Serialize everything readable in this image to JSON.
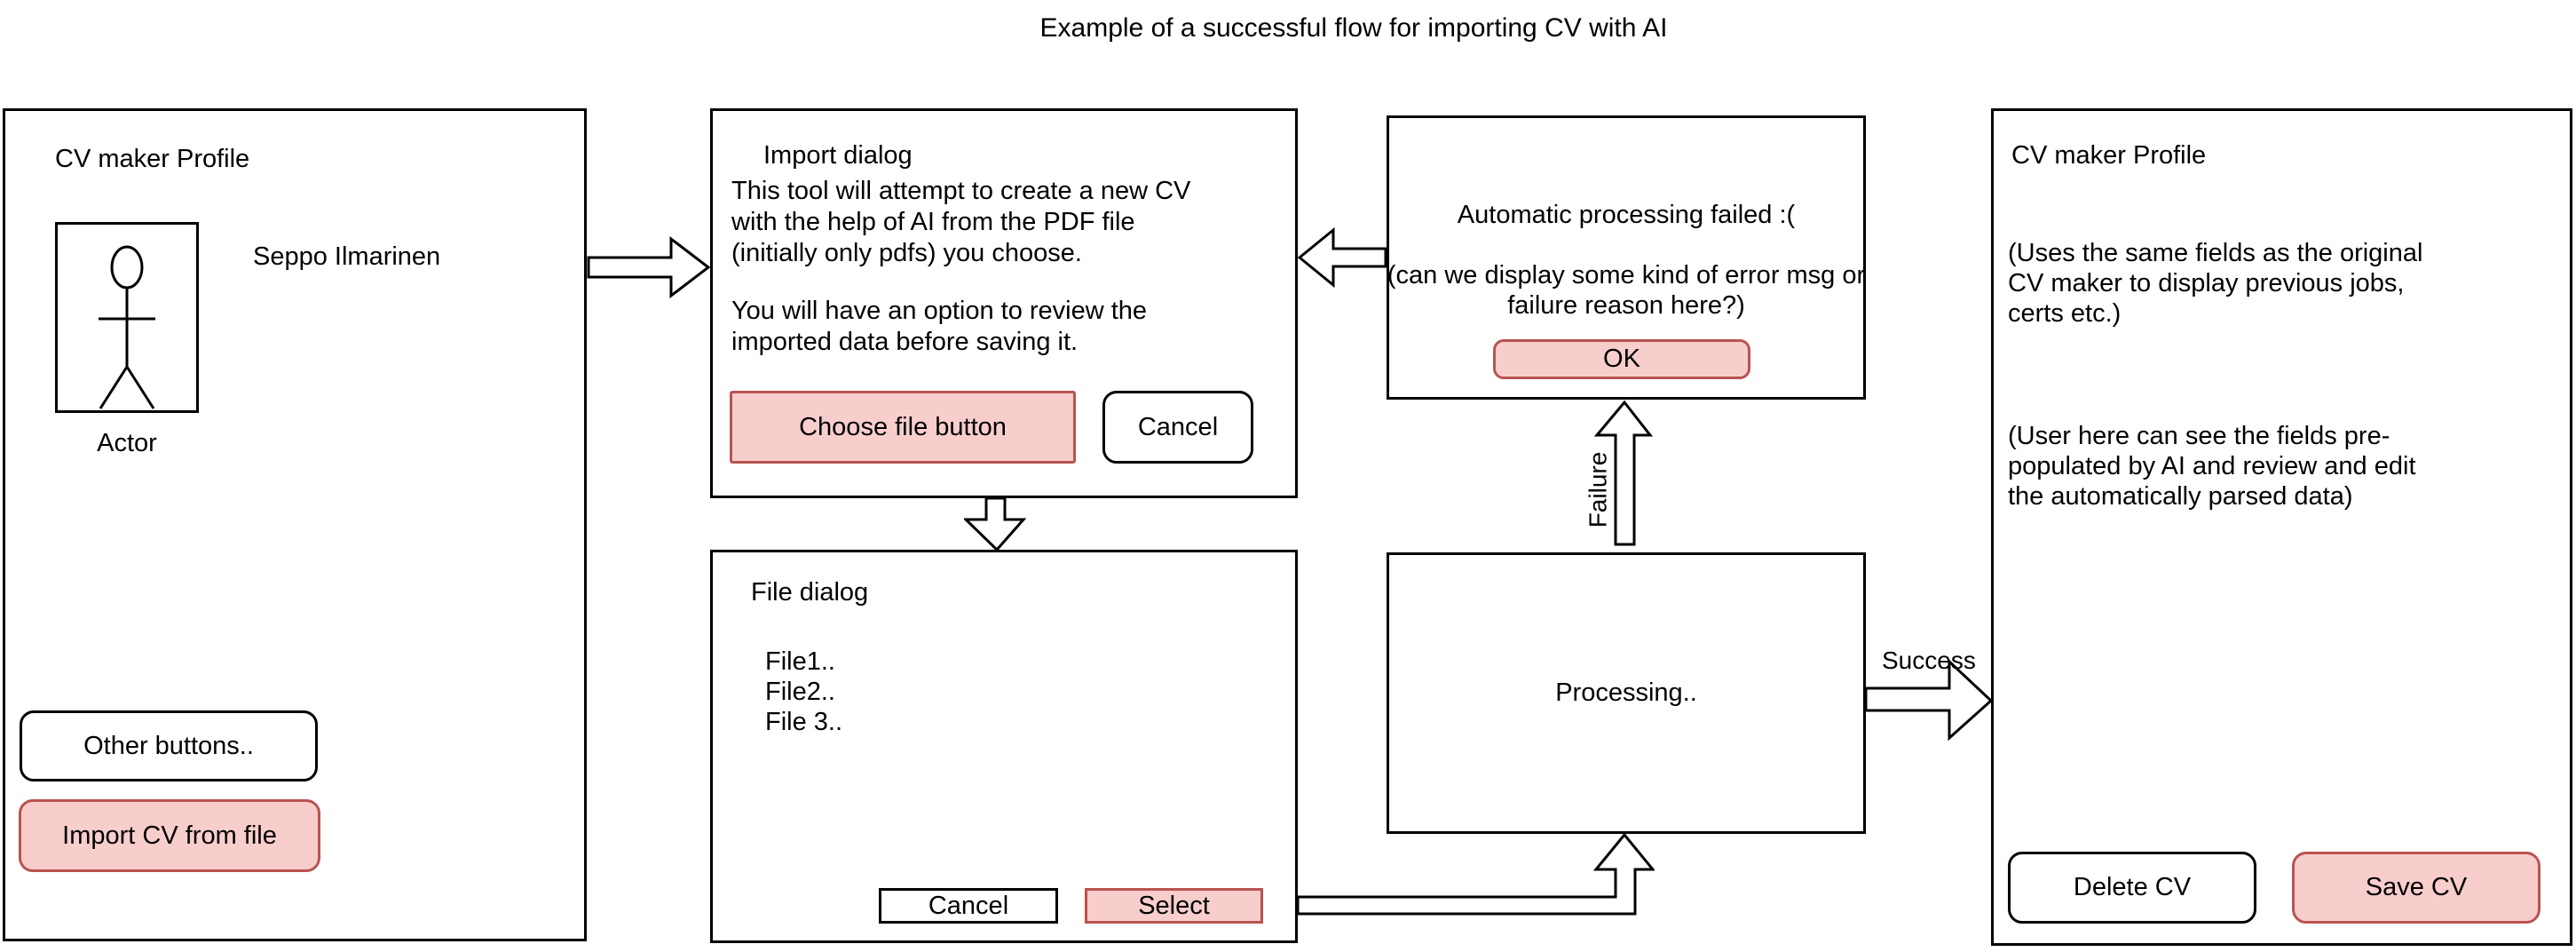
{
  "title": "Example of a successful flow for importing CV with AI",
  "colors": {
    "pink_fill": "#F8CECC",
    "pink_border": "#B85450",
    "line": "#000000"
  },
  "left_profile": {
    "title": "CV maker Profile",
    "user_name": "Seppo Ilmarinen",
    "actor_label": "Actor",
    "other_buttons_label": "Other buttons..",
    "import_cv_label": "Import CV from file"
  },
  "import_dialog": {
    "title": "Import dialog",
    "body1_lines": [
      "This tool will attempt to create a new CV",
      "with the help of AI from the PDF file",
      "(initially only pdfs) you choose."
    ],
    "body2_lines": [
      "You will have an option to review the",
      "imported data before saving it."
    ],
    "choose_file_label": "Choose file button",
    "cancel_label": "Cancel"
  },
  "file_dialog": {
    "title": "File dialog",
    "files": [
      "File1..",
      "File2..",
      "File 3.."
    ],
    "cancel_label": "Cancel",
    "select_label": "Select"
  },
  "failed_dialog": {
    "message": "Automatic processing failed :(",
    "note_lines": [
      "(can we display some kind of error msg or",
      "failure reason here?)"
    ],
    "ok_label": "OK"
  },
  "processing": {
    "label": "Processing.."
  },
  "right_profile": {
    "title": "CV maker Profile",
    "note1_lines": [
      "(Uses the same fields as the original",
      "CV maker to display previous jobs,",
      "certs etc.)"
    ],
    "note2_lines": [
      "(User here can see the fields pre-",
      "populated by AI and review and edit",
      "the automatically parsed data)"
    ],
    "delete_label": "Delete CV",
    "save_label": "Save CV"
  },
  "edges": {
    "failure_label": "Failure",
    "success_label": "Success"
  }
}
